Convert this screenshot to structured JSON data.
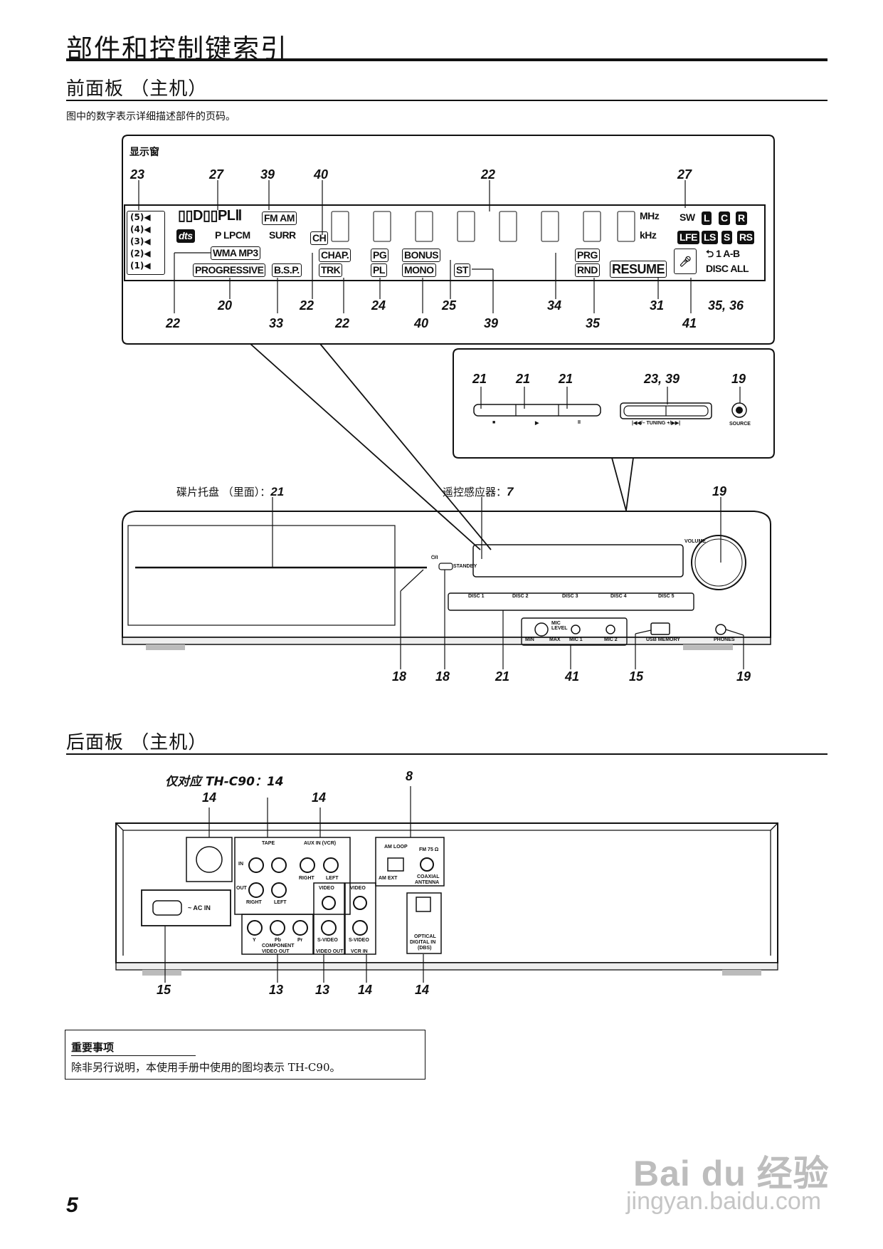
{
  "page": {
    "title": "部件和控制键索引",
    "front_title": "前面板 （主机）",
    "description": "图中的数字表示详细描述部件的页码。",
    "rear_title": "后面板 （主机）",
    "page_number": "5"
  },
  "display": {
    "label": "显示窗",
    "top_callouts": [
      "23",
      "27",
      "39",
      "40",
      "22",
      "27"
    ],
    "bottom_callouts_row1": [
      "22",
      "20",
      "33",
      "22",
      "22",
      "24",
      "40",
      "25",
      "39",
      "34",
      "35",
      "31",
      "41",
      "35, 36"
    ],
    "bottom_callouts_row2": [
      "22",
      "33",
      "22",
      "40",
      "39",
      "35"
    ],
    "indicators": {
      "pli": "PLⅡ",
      "fm_am": "FM AM",
      "dts": "dts",
      "plpcm": "P LPCM",
      "surr": "SURR",
      "ch": "CH",
      "wma_mp3": "WMA  MP3",
      "progressive": "PROGRESSIVE",
      "bsp": "B.S.P.",
      "chap": "CHAP.",
      "trk": "TRK",
      "pg": "PG",
      "pl": "PL",
      "bonus": "BONUS",
      "mono": "MONO",
      "st": "ST",
      "prg": "PRG",
      "rnd": "RND",
      "resume": "RESUME",
      "mhz": "MHz",
      "khz": "kHz",
      "sw": "SW",
      "l": "L",
      "c": "C",
      "r": "R",
      "lfe": "LFE",
      "ls": "LS",
      "s": "S",
      "rs": "RS",
      "repeat": "⮌ 1 A-B",
      "disc_all": "DISC ALL"
    },
    "disc_levels": [
      "5",
      "4",
      "3",
      "2",
      "1"
    ]
  },
  "controls": {
    "callouts": [
      "21",
      "21",
      "21",
      "23, 39",
      "19"
    ],
    "tuning": "|◀◀/– TUNING +/▶▶|",
    "source": "SOURCE",
    "stop": "■",
    "play": "▶",
    "pause": "II"
  },
  "front": {
    "tray_label": "碟片托盘 （里面）：",
    "tray_page": "21",
    "sensor_label": "遥控感应器：",
    "sensor_page": "7",
    "volume_callout": "19",
    "volume": "VOLUME",
    "standby": "STANDBY",
    "power": "⏻/I",
    "discs": [
      "DISC 1",
      "DISC 2",
      "DISC 3",
      "DISC 4",
      "DISC 5"
    ],
    "mic_level": "MIC LEVEL",
    "min": "MIN",
    "max": "MAX",
    "mic1": "MIC 1",
    "mic2": "MIC 2",
    "usb": "USB MEMORY",
    "phones": "PHONES",
    "bottom_callouts": [
      "18",
      "18",
      "21",
      "41",
      "15",
      "19"
    ]
  },
  "rear": {
    "th_c90_note": "仅对应 TH-C90：",
    "th_c90_page": "14",
    "top_callouts": [
      "14",
      "14",
      "14",
      "8"
    ],
    "tape": "TAPE",
    "aux": "AUX IN (VCR)",
    "in": "IN",
    "out": "OUT",
    "right": "RIGHT",
    "left": "LEFT",
    "am_loop": "AM LOOP",
    "fm": "FM 75 Ω",
    "am_ext": "AM EXT",
    "coaxial": "COAXIAL",
    "antenna": "ANTENNA",
    "ac_in": "~ AC IN",
    "video": "VIDEO",
    "s_video": "S-VIDEO",
    "y": "Y",
    "pb": "Pb",
    "pr": "Pr",
    "component": "COMPONENT",
    "video_out": "VIDEO OUT",
    "vcr_in": "VCR IN",
    "optical": "OPTICAL",
    "digital_in": "DIGITAL IN",
    "dbs": "(DBS)",
    "bottom_callouts": [
      "15",
      "13",
      "13",
      "14",
      "14"
    ]
  },
  "note": {
    "title": "重要事项",
    "text": "除非另行说明，本使用手册中使用的图均表示 TH-C90。"
  },
  "watermark": {
    "brand": "Bai du 经验",
    "url": "jingyan.baidu.com"
  }
}
